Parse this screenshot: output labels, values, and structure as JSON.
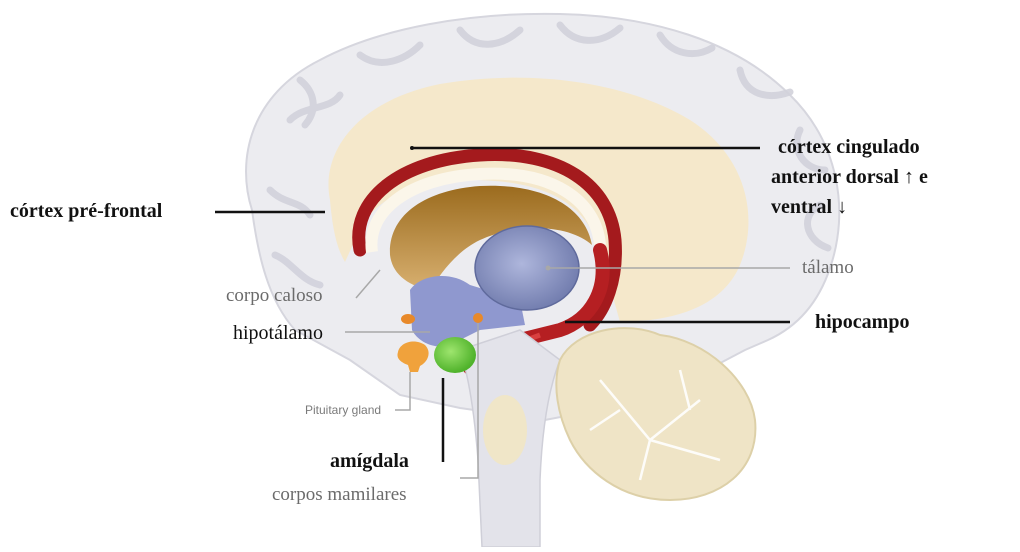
{
  "labels": {
    "cingulate_line1": "córtex cingulado",
    "cingulate_line2": "anterior dorsal ↑ e",
    "cingulate_line3": "ventral ↓",
    "prefrontal": "córtex pré-frontal",
    "corpus_callosum": "corpo caloso",
    "thalamus": "tálamo",
    "hypothalamus": "hipotálamo",
    "hippocampus": "hipocampo",
    "pituitary": "Pituitary gland",
    "amygdala": "amígdala",
    "mammillary": "corpos mamilares"
  },
  "colors": {
    "cortex_outer": "#e9e9ee",
    "cingulate": "#f5e7c8",
    "corpus_callosum": "#a41a1d",
    "thalamus": "#7d88b8",
    "hypothalamus": "#8f98cf",
    "amygdala": "#6cc83b",
    "pituitary": "#f0a23c",
    "cerebellum": "#efe4c6"
  }
}
